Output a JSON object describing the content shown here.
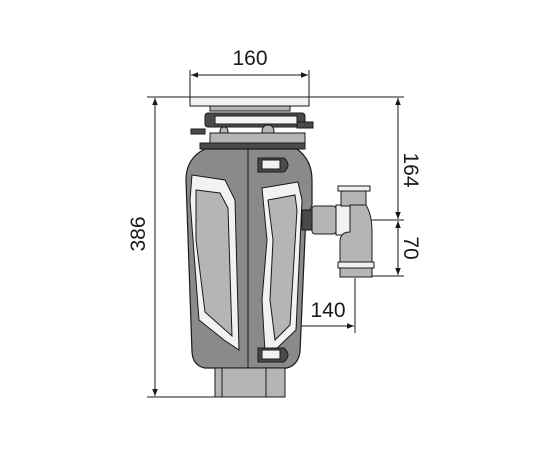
{
  "dimensions": {
    "width_top": "160",
    "height_total": "386",
    "height_inlet": "164",
    "height_outlet": "70",
    "depth_outlet": "140"
  }
}
